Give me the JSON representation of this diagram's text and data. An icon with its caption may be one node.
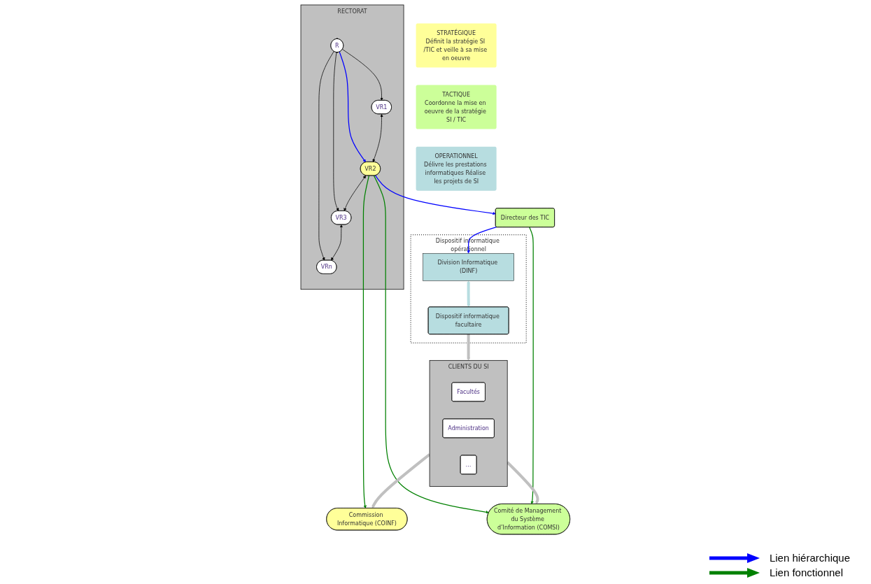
{
  "diagram": {
    "nodes": [
      {
        "text": [
          "STRATÉGIQUE",
          "Définit la stratégie SI /TIC et veille à sa mise en oeuvre"
        ]
      },
      {
        "text": [
          "TACTIQUE",
          "Coordonne la mise en oeuvre de la stratégie SI / TIC"
        ]
      },
      {
        "text": [
          "OPERATIONNEL",
          "Délivre les prestations informatiques Réalise les projets de SI"
        ]
      },
      {
        "text": [
          "RECTORAT"
        ]
      },
      {
        "text": [
          "R"
        ],
        "in": 3
      },
      {
        "text": [
          "VR1"
        ],
        "in": 3
      },
      {
        "text": [
          "VR2"
        ],
        "in": 3
      },
      {
        "text": [
          "VR3"
        ],
        "in": 3
      },
      {
        "text": [
          "VRn"
        ],
        "in": 3
      },
      {
        "text": [
          "Commission Informatique (COINF)"
        ]
      },
      {
        "text": [
          "CLIENTS DU SI"
        ]
      },
      {
        "text": [
          "Facultés"
        ],
        "in": 10
      },
      {
        "text": [
          "Administration"
        ],
        "in": 10
      },
      {
        "text": [
          "…"
        ],
        "in": 10
      },
      {
        "text": [
          "Directeur des TIC"
        ]
      },
      {
        "text": [
          "Comité de Management du Système d’Information (COMSI)"
        ]
      },
      {
        "text": [
          "Dispositif informatique opérationnel"
        ]
      },
      {
        "text": [
          "Division Informatique (DINF)"
        ],
        "in": 16
      },
      {
        "text": [
          "Dispositif informatique facultaire"
        ],
        "in": 16
      }
    ],
    "edges": [
      {
        "from": 4,
        "to": 5,
        "arrow": "to"
      },
      {
        "from": 4,
        "to": 6,
        "arrow": "to",
        "color": "#0000ff"
      },
      {
        "from": 4,
        "to": 7,
        "arrow": "to"
      },
      {
        "from": 4,
        "to": 8,
        "arrow": "to"
      },
      {
        "from": 5,
        "to": 6,
        "arrow": "both"
      },
      {
        "from": 6,
        "to": 7,
        "arrow": "both"
      },
      {
        "from": 7,
        "to": 8,
        "arrow": "both"
      },
      {
        "from": 6,
        "to": 9,
        "arrow": "to",
        "color": "#008000"
      },
      {
        "from": 6,
        "to": 15,
        "arrow": "to",
        "color": "#008000"
      },
      {
        "from": 6,
        "to": 14,
        "arrow": "to",
        "color": "#0000ff"
      },
      {
        "from": 14,
        "to": 15,
        "arrow": "to",
        "color": "#008000"
      },
      {
        "from": 14,
        "to": 17,
        "arrow": "to",
        "color": "#0000ff"
      },
      {
        "from": 17,
        "to": 18,
        "arrow": "both",
        "style": "thick",
        "color": "#b7dde0"
      },
      {
        "from": 18,
        "to": 10,
        "arrow": "to",
        "style": "thick",
        "color": "#c0c0c0"
      },
      {
        "from": 10,
        "to": 9,
        "arrow": "to",
        "style": "thick",
        "color": "#c0c0c0"
      },
      {
        "from": 10,
        "to": 15,
        "arrow": "to",
        "style": "thick",
        "color": "#c0c0c0"
      }
    ],
    "legend": [
      {
        "text": "Lien hiérarchique"
      },
      {
        "text": "Lien fonctionnel"
      }
    ]
  }
}
